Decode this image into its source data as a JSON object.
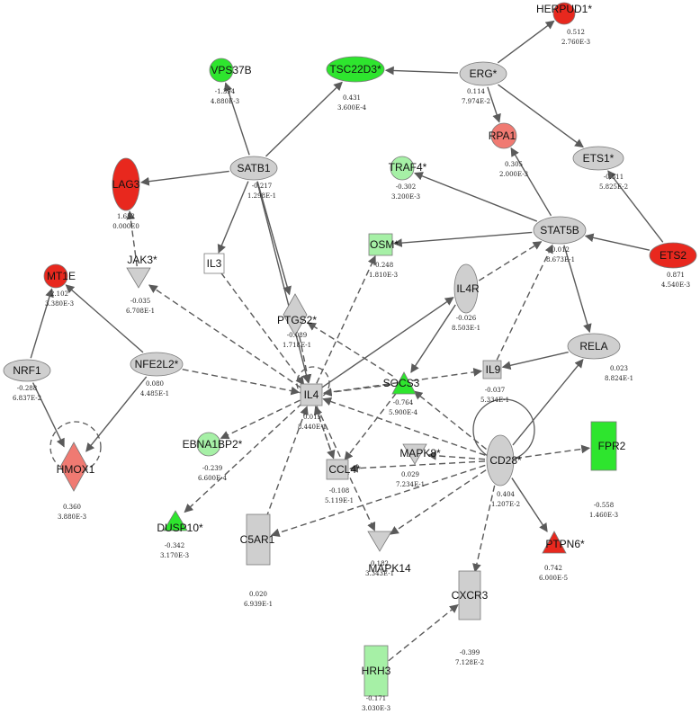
{
  "diagram": {
    "colors": {
      "red": "#e8281e",
      "light_red": "#f07a72",
      "green": "#2ee52e",
      "light_green": "#a6f0a6",
      "gray": "#cfcfcf",
      "white": "#ffffff",
      "edge": "#5a5a5a"
    },
    "nodes": [
      {
        "id": "HERPUD1",
        "label": "HERPUD1*",
        "fc": "0.512",
        "p": "2.760E-3",
        "shape": "circle",
        "color": "red"
      },
      {
        "id": "ERG",
        "label": "ERG*",
        "fc": "0.114",
        "p": "7.974E-2",
        "shape": "ellipse",
        "color": "gray"
      },
      {
        "id": "TSC22D3",
        "label": "TSC22D3*",
        "fc": "0.431",
        "p": "3.600E-4",
        "shape": "ellipse",
        "color": "green"
      },
      {
        "id": "VPS37B",
        "label": "VPS37B",
        "fc": "-1.394",
        "p": "4.880E-3",
        "shape": "circle",
        "color": "green"
      },
      {
        "id": "SATB1",
        "label": "SATB1",
        "fc": "-0.217",
        "p": "1.298E-1",
        "shape": "ellipse",
        "color": "gray"
      },
      {
        "id": "LAG3",
        "label": "LAG3",
        "fc": "1.652",
        "p": "0.000E0",
        "shape": "ellipse_v",
        "color": "red"
      },
      {
        "id": "TRAF4",
        "label": "TRAF4*",
        "fc": "-0.302",
        "p": "3.200E-3",
        "shape": "circle",
        "color": "light_green"
      },
      {
        "id": "RPA1",
        "label": "RPA1",
        "fc": "0.305",
        "p": "2.000E-3",
        "shape": "circle",
        "color": "light_red"
      },
      {
        "id": "ETS1",
        "label": "ETS1*",
        "fc": "-0.511",
        "p": "5.825E-2",
        "shape": "ellipse",
        "color": "gray"
      },
      {
        "id": "OSM",
        "label": "OSM*",
        "fc": "-0.248",
        "p": "1.810E-3",
        "shape": "square",
        "color": "light_green"
      },
      {
        "id": "STAT5B",
        "label": "STAT5B",
        "fc": "0.012",
        "p": "8.673E-1",
        "shape": "ellipse",
        "color": "gray"
      },
      {
        "id": "ETS2",
        "label": "ETS2",
        "fc": "0.871",
        "p": "4.540E-3",
        "shape": "ellipse",
        "color": "red"
      },
      {
        "id": "IL3",
        "label": "IL3",
        "fc": "",
        "p": "",
        "shape": "square",
        "color": "white"
      },
      {
        "id": "JAK3",
        "label": "JAK3*",
        "fc": "-0.035",
        "p": "6.708E-1",
        "shape": "tri_down",
        "color": "gray"
      },
      {
        "id": "MT1E",
        "label": "MT1E",
        "fc": "2.102",
        "p": "3.380E-3",
        "shape": "circle",
        "color": "red"
      },
      {
        "id": "PTGS2",
        "label": "PTGS2*",
        "fc": "-0.089",
        "p": "1.718E-1",
        "shape": "diamond",
        "color": "gray"
      },
      {
        "id": "IL4R",
        "label": "IL4R",
        "fc": "-0.026",
        "p": "8.503E-1",
        "shape": "ellipse_v",
        "color": "gray"
      },
      {
        "id": "NRF1",
        "label": "NRF1",
        "fc": "-0.288",
        "p": "6.837E-2",
        "shape": "ellipse",
        "color": "gray"
      },
      {
        "id": "NFE2L2",
        "label": "NFE2L2*",
        "fc": "0.080",
        "p": "4.485E-1",
        "shape": "ellipse",
        "color": "gray"
      },
      {
        "id": "IL4",
        "label": "IL4",
        "fc": "0.015",
        "p": "8.440E-1",
        "shape": "square",
        "color": "gray"
      },
      {
        "id": "SOCS3",
        "label": "SOCS3",
        "fc": "-0.764",
        "p": "5.900E-4",
        "shape": "tri_up",
        "color": "green"
      },
      {
        "id": "IL9",
        "label": "IL9",
        "fc": "-0.037",
        "p": "5.334E-1",
        "shape": "square",
        "color": "gray"
      },
      {
        "id": "RELA",
        "label": "RELA",
        "fc": "0.023",
        "p": "8.824E-1",
        "shape": "ellipse",
        "color": "gray"
      },
      {
        "id": "FPR2",
        "label": "FPR2",
        "fc": "-0.558",
        "p": "1.460E-3",
        "shape": "rect",
        "color": "green"
      },
      {
        "id": "HMOX1",
        "label": "HMOX1",
        "fc": "0.360",
        "p": "3.880E-3",
        "shape": "diamond",
        "color": "light_red"
      },
      {
        "id": "EBNA1BP2",
        "label": "EBNA1BP2*",
        "fc": "-0.239",
        "p": "6.600E-4",
        "shape": "circle",
        "color": "light_green"
      },
      {
        "id": "CCL4",
        "label": "CCL4*",
        "fc": "-0.108",
        "p": "5.119E-1",
        "shape": "square",
        "color": "gray"
      },
      {
        "id": "MAPK8",
        "label": "MAPK8*",
        "fc": "0.029",
        "p": "7.234E-1",
        "shape": "tri_down",
        "color": "gray"
      },
      {
        "id": "CD28",
        "label": "CD28*",
        "fc": "0.404",
        "p": "1.207E-2",
        "shape": "ellipse_v",
        "color": "gray"
      },
      {
        "id": "DUSP10",
        "label": "DUSP10*",
        "fc": "-0.342",
        "p": "3.170E-3",
        "shape": "tri_up",
        "color": "green"
      },
      {
        "id": "C5AR1",
        "label": "C5AR1",
        "fc": "0.020",
        "p": "6.939E-1",
        "shape": "rect",
        "color": "gray"
      },
      {
        "id": "MAPK14",
        "label": "MAPK14",
        "fc": "0.182",
        "p": "3.343E-1",
        "shape": "tri_down",
        "color": "gray"
      },
      {
        "id": "PTPN6",
        "label": "PTPN6*",
        "fc": "0.742",
        "p": "6.000E-5",
        "shape": "tri_up",
        "color": "red"
      },
      {
        "id": "CXCR3",
        "label": "CXCR3",
        "fc": "-0.399",
        "p": "7.128E-2",
        "shape": "rect",
        "color": "gray"
      },
      {
        "id": "HRH3",
        "label": "HRH3",
        "fc": "-0.171",
        "p": "3.030E-3",
        "shape": "rect",
        "color": "light_green"
      }
    ],
    "edges": [
      {
        "from": "ERG",
        "to": "HERPUD1",
        "type": "solid"
      },
      {
        "from": "ERG",
        "to": "TSC22D3",
        "type": "solid"
      },
      {
        "from": "ERG",
        "to": "RPA1",
        "type": "solid"
      },
      {
        "from": "ERG",
        "to": "ETS1",
        "type": "solid"
      },
      {
        "from": "SATB1",
        "to": "VPS37B",
        "type": "solid"
      },
      {
        "from": "SATB1",
        "to": "TSC22D3",
        "type": "solid"
      },
      {
        "from": "SATB1",
        "to": "LAG3",
        "type": "solid"
      },
      {
        "from": "SATB1",
        "to": "IL3",
        "type": "solid"
      },
      {
        "from": "SATB1",
        "to": "PTGS2",
        "type": "solid"
      },
      {
        "from": "SATB1",
        "to": "IL4",
        "type": "solid"
      },
      {
        "from": "STAT5B",
        "to": "TRAF4",
        "type": "solid"
      },
      {
        "from": "STAT5B",
        "to": "RPA1",
        "type": "solid"
      },
      {
        "from": "STAT5B",
        "to": "OSM",
        "type": "solid"
      },
      {
        "from": "STAT5B",
        "to": "RELA",
        "type": "solid"
      },
      {
        "from": "ETS2",
        "to": "ETS1",
        "type": "solid"
      },
      {
        "from": "ETS2",
        "to": "STAT5B",
        "type": "solid"
      },
      {
        "from": "NFE2L2",
        "to": "MT1E",
        "type": "solid"
      },
      {
        "from": "NFE2L2",
        "to": "HMOX1",
        "type": "solid"
      },
      {
        "from": "NRF1",
        "to": "MT1E",
        "type": "solid"
      },
      {
        "from": "NRF1",
        "to": "HMOX1",
        "type": "solid"
      },
      {
        "from": "IL4",
        "to": "IL4R",
        "type": "solid"
      },
      {
        "from": "IL4R",
        "to": "SOCS3",
        "type": "solid"
      },
      {
        "from": "RELA",
        "to": "IL9",
        "type": "solid"
      },
      {
        "from": "CD28",
        "to": "RELA",
        "type": "solid"
      },
      {
        "from": "CD28",
        "to": "PTPN6",
        "type": "solid"
      },
      {
        "from": "JAK3",
        "to": "LAG3",
        "type": "dashed"
      },
      {
        "from": "IL4",
        "to": "JAK3",
        "type": "dashed"
      },
      {
        "from": "NFE2L2",
        "to": "IL4",
        "type": "dashed"
      },
      {
        "from": "IL3",
        "to": "IL4",
        "type": "dashed"
      },
      {
        "from": "PTGS2",
        "to": "IL4",
        "type": "dashed"
      },
      {
        "from": "IL4",
        "to": "OSM",
        "type": "dashed"
      },
      {
        "from": "IL4R",
        "to": "STAT5B",
        "type": "dashed"
      },
      {
        "from": "SOCS3",
        "to": "IL4",
        "type": "dashed"
      },
      {
        "from": "IL4",
        "to": "IL9",
        "type": "dashed"
      },
      {
        "from": "IL9",
        "to": "STAT5B",
        "type": "dashed"
      },
      {
        "from": "SOCS3",
        "to": "PTGS2",
        "type": "dashed"
      },
      {
        "from": "IL4",
        "to": "EBNA1BP2",
        "type": "dashed"
      },
      {
        "from": "IL4",
        "to": "DUSP10",
        "type": "dashed"
      },
      {
        "from": "C5AR1",
        "to": "IL4",
        "type": "dashed"
      },
      {
        "from": "CCL4",
        "to": "IL4",
        "type": "dashed"
      },
      {
        "from": "IL4",
        "to": "CCL4",
        "type": "dashed"
      },
      {
        "from": "IL4",
        "to": "MAPK14",
        "type": "dashed"
      },
      {
        "from": "CD28",
        "to": "IL4",
        "type": "dashed"
      },
      {
        "from": "CD28",
        "to": "SOCS3",
        "type": "dashed"
      },
      {
        "from": "SOCS3",
        "to": "CCL4",
        "type": "dashed"
      },
      {
        "from": "CD28",
        "to": "CCL4",
        "type": "dashed"
      },
      {
        "from": "CD28",
        "to": "MAPK8",
        "type": "dashed"
      },
      {
        "from": "CD28",
        "to": "FPR2",
        "type": "dashed"
      },
      {
        "from": "CD28",
        "to": "CXCR3",
        "type": "dashed"
      },
      {
        "from": "CD28",
        "to": "C5AR1",
        "type": "dashed"
      },
      {
        "from": "CD28",
        "to": "MAPK14",
        "type": "dashed"
      },
      {
        "from": "HRH3",
        "to": "CXCR3",
        "type": "dashed"
      }
    ],
    "self_loops": [
      {
        "node": "HMOX1",
        "type": "dashed"
      },
      {
        "node": "IL4",
        "type": "dashed"
      },
      {
        "node": "CD28",
        "type": "solid"
      }
    ]
  }
}
